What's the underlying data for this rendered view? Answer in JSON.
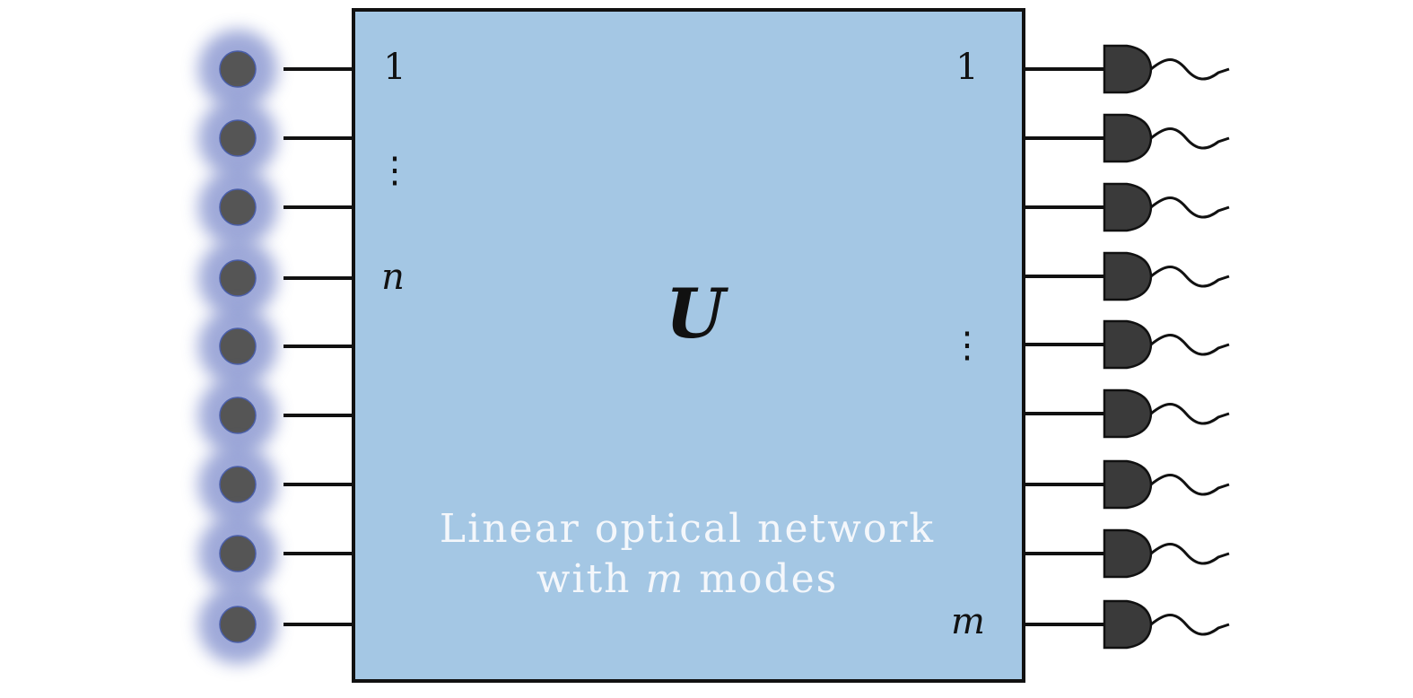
{
  "diagram": {
    "unitary": {
      "symbol": "U",
      "caption_line1": "Linear optical network",
      "caption_line2_prefix": "with",
      "caption_line2_var": "m",
      "caption_line2_suffix": "modes"
    },
    "input_labels": {
      "first": "1",
      "dots": "⋮",
      "last": "n"
    },
    "output_labels": {
      "first": "1",
      "dots": "⋮",
      "last": "m"
    },
    "input_modes": 9,
    "output_modes": 9,
    "colors": {
      "box_fill": "#a4c7e4",
      "box_stroke": "#111111",
      "photon_core": "#555555",
      "photon_glow": "#7f8dcc",
      "detector_fill": "#3a3a3a",
      "caption_text": "#f4f7fb",
      "line": "#111111"
    }
  }
}
